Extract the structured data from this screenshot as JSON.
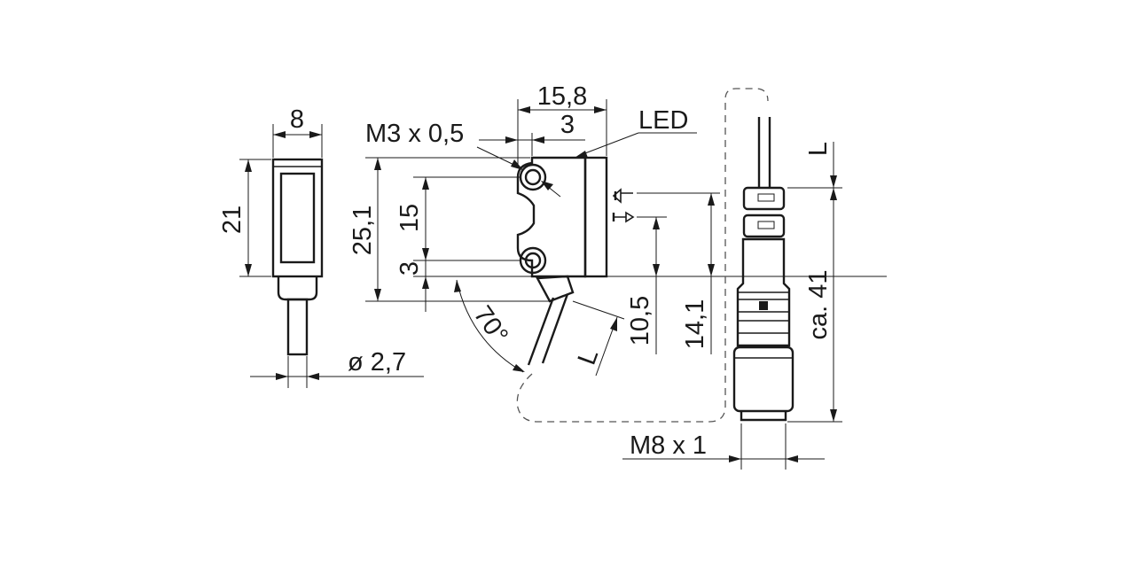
{
  "drawing": {
    "front_view": {
      "width_label": "8",
      "height_label": "21",
      "cable_diameter_label": "ø  2,7"
    },
    "side_view": {
      "width_label": "15,8",
      "offset_label": "3",
      "thread_label": "M3 x 0,5",
      "led_label": "LED",
      "height_label": "25,1",
      "hole_spacing_label": "15",
      "bottom_offset_label": "3",
      "angle_label": "70°",
      "cable_length_label": "L",
      "emitter_height_label": "10,5",
      "receiver_height_label": "14,1"
    },
    "connector_view": {
      "cable_length_label": "L",
      "connector_length_label": "ca.  41",
      "thread_label": "M8 x 1"
    }
  }
}
